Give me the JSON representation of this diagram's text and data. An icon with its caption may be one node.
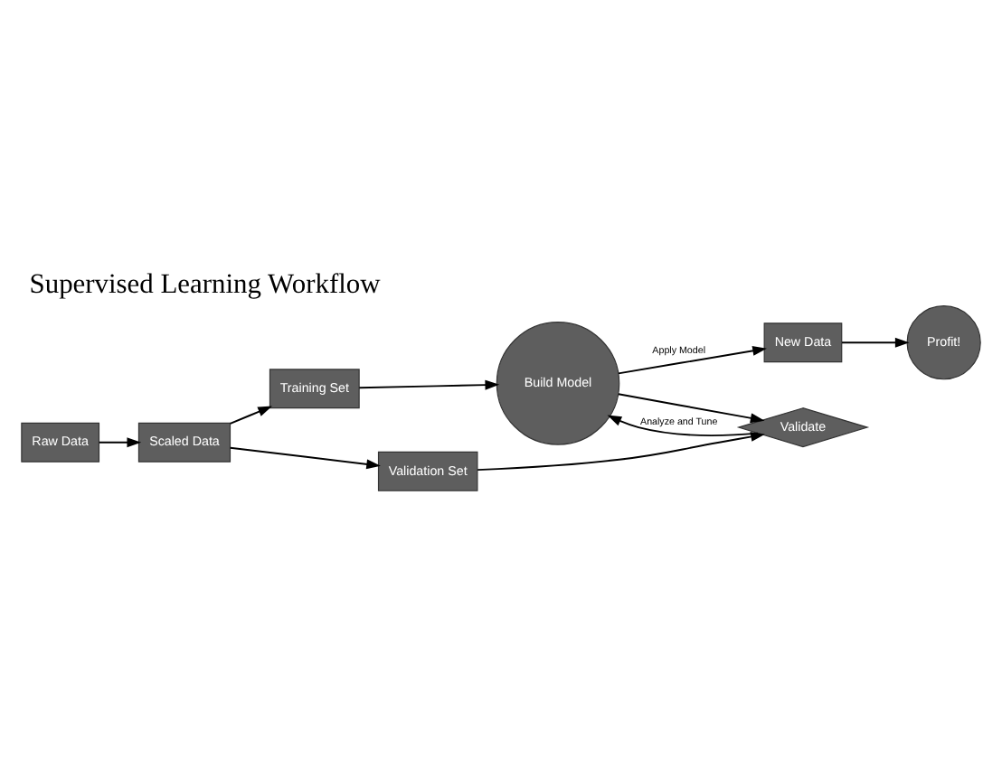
{
  "diagram": {
    "title": "Supervised Learning Workflow",
    "nodes": [
      {
        "text": [
          "Raw Data"
        ]
      },
      {
        "text": [
          "Scaled Data"
        ]
      },
      {
        "text": [
          "Training Set"
        ]
      },
      {
        "text": [
          "Validation Set"
        ]
      },
      {
        "text": [
          "Build Model"
        ]
      },
      {
        "text": [
          "Validate"
        ]
      },
      {
        "text": [
          "New Data"
        ]
      },
      {
        "text": [
          "Profit!"
        ]
      }
    ],
    "edges": [
      {
        "from": 0,
        "to": 1,
        "arrow": "to"
      },
      {
        "from": 1,
        "to": 2,
        "arrow": "to"
      },
      {
        "from": 1,
        "to": 3,
        "arrow": "to"
      },
      {
        "from": 2,
        "to": 4,
        "arrow": "to"
      },
      {
        "from": 4,
        "to": 5,
        "arrow": "to"
      },
      {
        "from": 3,
        "to": 5,
        "arrow": "to"
      },
      {
        "from": 5,
        "to": 4,
        "arrow": "to",
        "label": "Analyze and Tune"
      },
      {
        "from": 4,
        "to": 6,
        "arrow": "to",
        "label": "Apply Model"
      },
      {
        "from": 6,
        "to": 7,
        "arrow": "to"
      }
    ]
  }
}
